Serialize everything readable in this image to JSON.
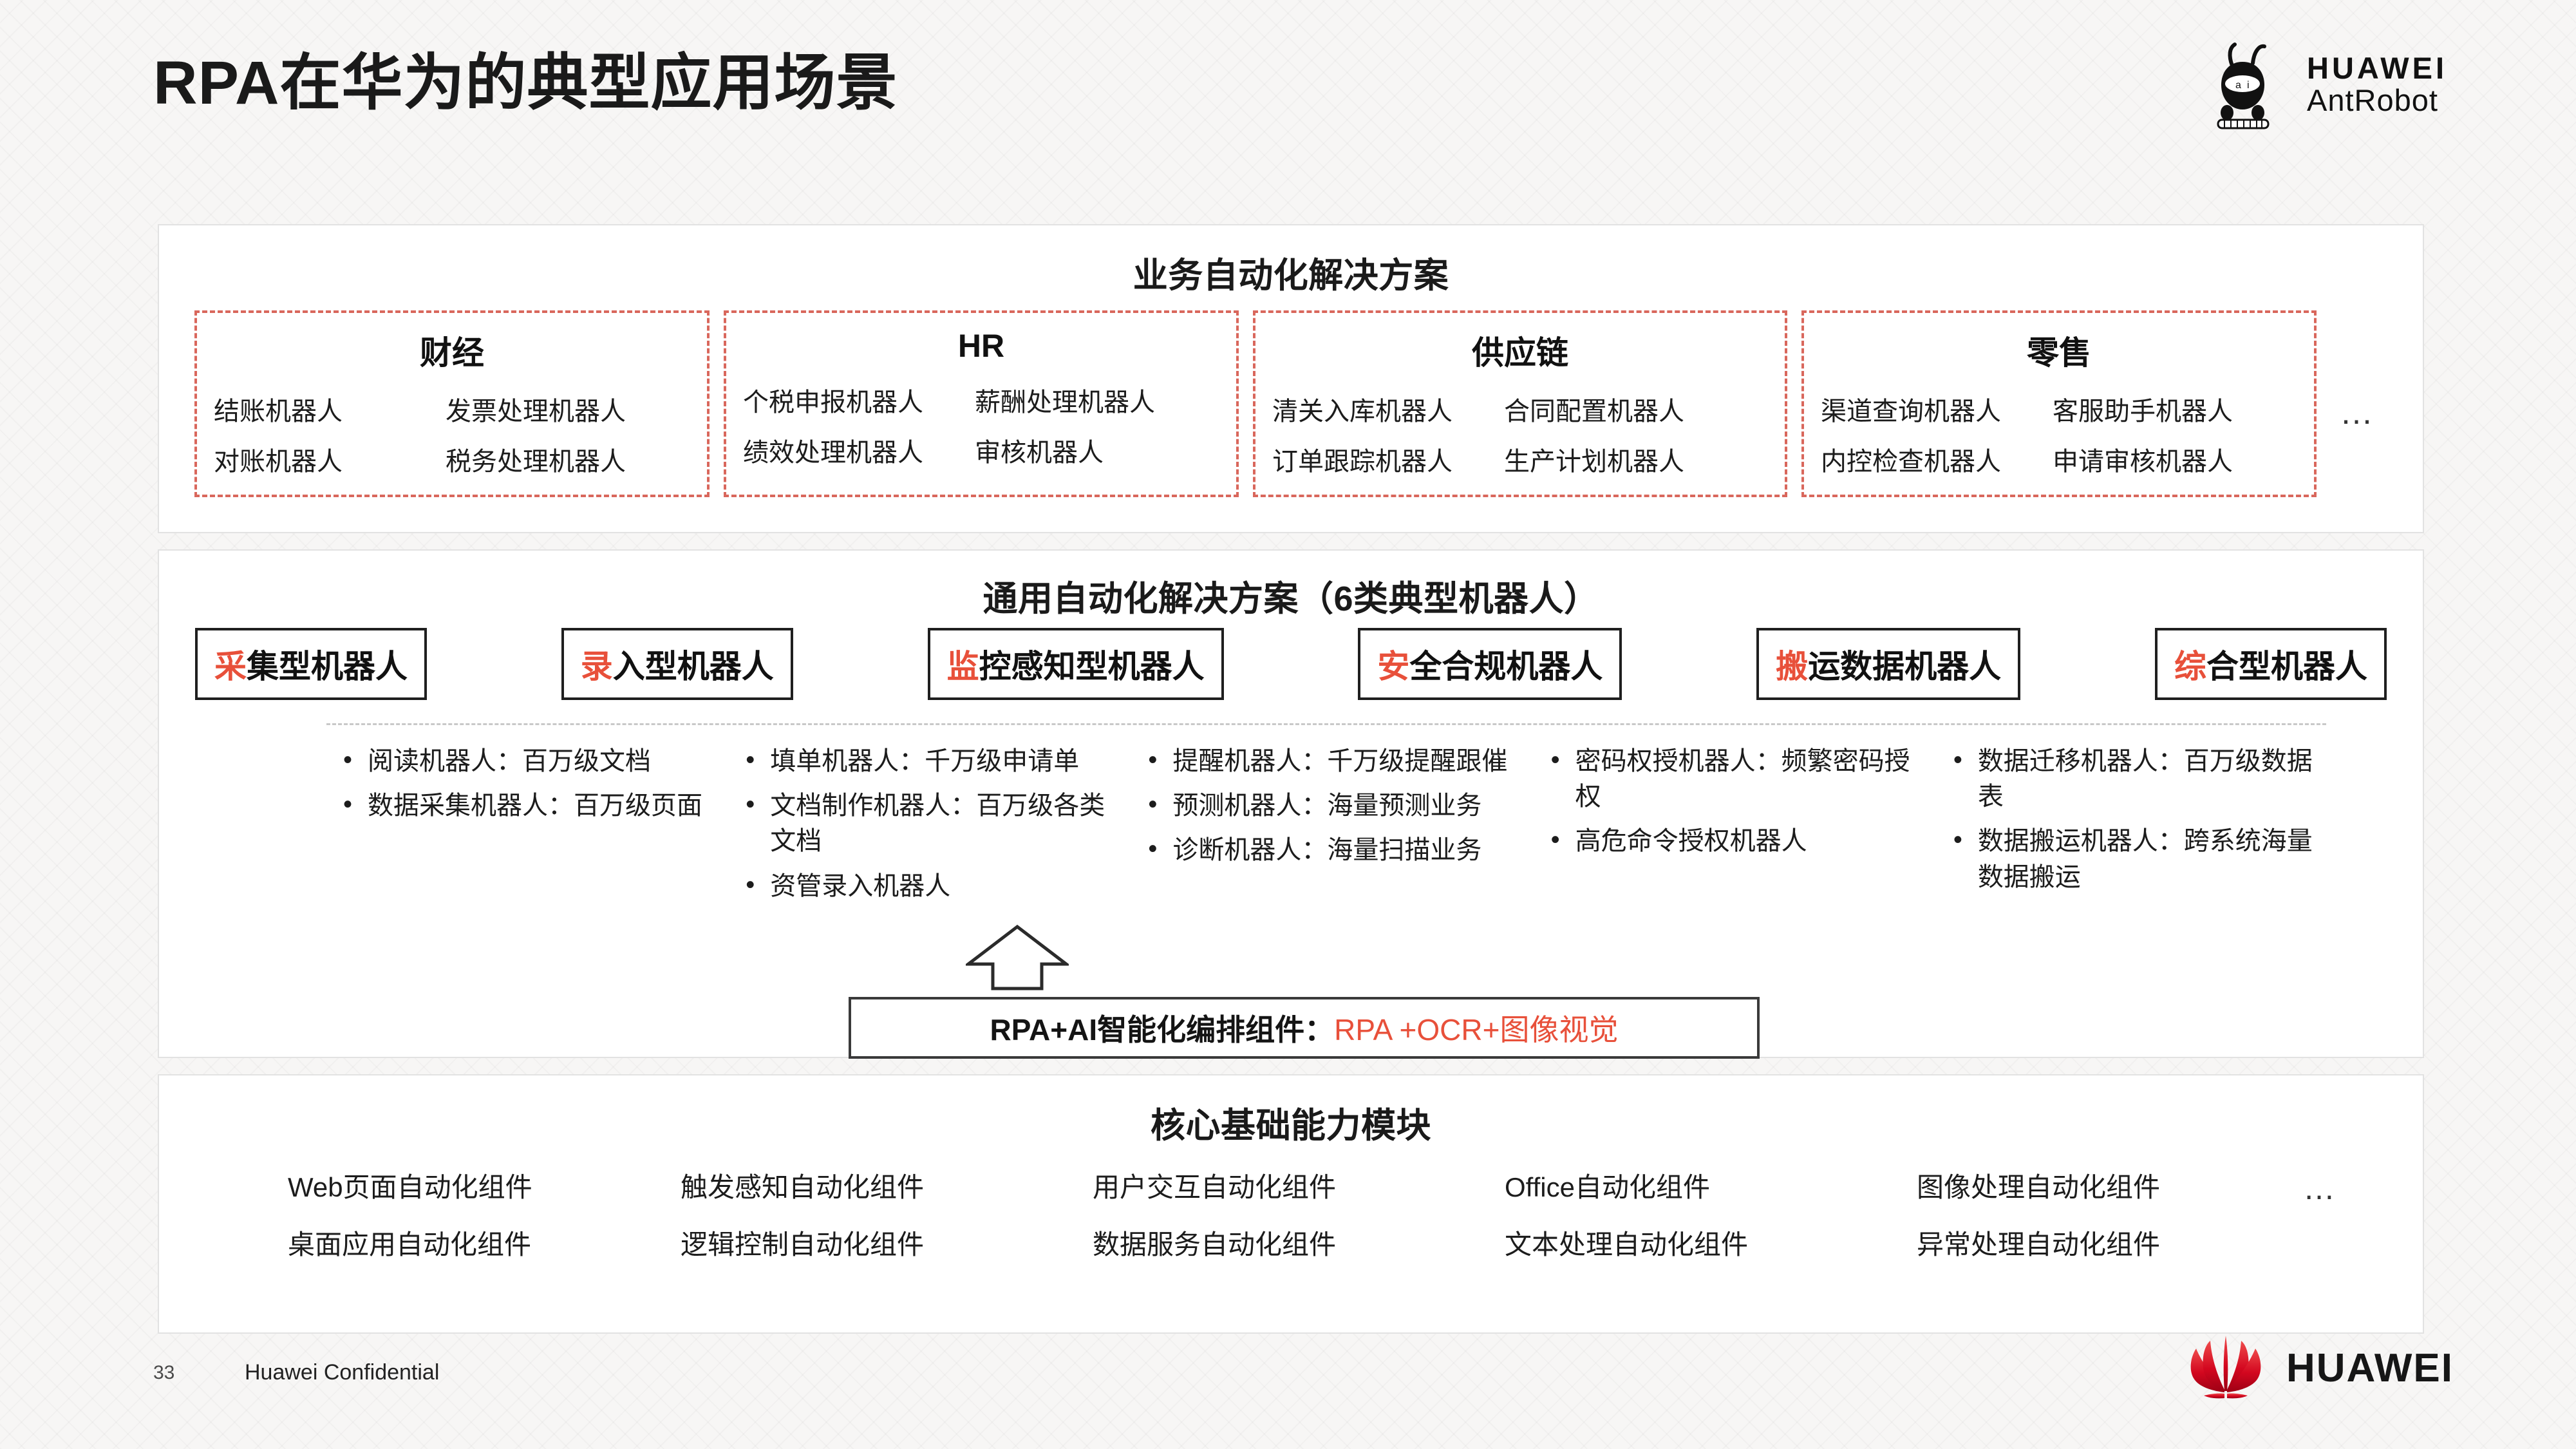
{
  "header": {
    "title": "RPA在华为的典型应用场景",
    "brand_primary": "HUAWEI",
    "brand_secondary": "AntRobot"
  },
  "colors": {
    "accent_red": "#e8503a",
    "dashed_border": "#d9675c",
    "panel_border": "#e2e2e2",
    "text": "#1c1c1c",
    "huawei_red": "#cf0a2c"
  },
  "business_section": {
    "title": "业务自动化解决方案",
    "more": "…",
    "domains": [
      {
        "name": "财经",
        "rows": [
          {
            "left": "结账机器人",
            "right": "发票处理机器人"
          },
          {
            "left": "对账机器人",
            "right": "税务处理机器人"
          }
        ]
      },
      {
        "name": "HR",
        "rows": [
          {
            "left": "个税申报机器人",
            "right": "薪酬处理机器人"
          },
          {
            "left": "绩效处理机器人",
            "right": "审核机器人"
          }
        ]
      },
      {
        "name": "供应链",
        "rows": [
          {
            "left": "清关入库机器人",
            "right": "合同配置机器人"
          },
          {
            "left": "订单跟踪机器人",
            "right": "生产计划机器人"
          }
        ]
      },
      {
        "name": "零售",
        "rows": [
          {
            "left": "渠道查询机器人",
            "right": "客服助手机器人"
          },
          {
            "left": "内控检查机器人",
            "right": "申请审核机器人"
          }
        ]
      }
    ]
  },
  "generic_section": {
    "title": "通用自动化解决方案（6类典型机器人）",
    "robot_types": [
      {
        "highlight": "采",
        "rest": "集型机器人"
      },
      {
        "highlight": "录",
        "rest": "入型机器人"
      },
      {
        "highlight": "监",
        "rest": "控感知型机器人"
      },
      {
        "highlight": "安",
        "rest": "全合规机器人"
      },
      {
        "highlight": "搬",
        "rest": "运数据机器人"
      },
      {
        "highlight": "综",
        "rest": "合型机器人"
      }
    ],
    "bullet_columns": [
      {
        "items": [
          "阅读机器人：百万级文档",
          "数据采集机器人：百万级页面"
        ]
      },
      {
        "items": [
          "填单机器人：千万级申请单",
          "文档制作机器人：百万级各类文档",
          "资管录入机器人"
        ]
      },
      {
        "items": [
          "提醒机器人：千万级提醒跟催",
          "预测机器人：海量预测业务",
          "诊断机器人：海量扫描业务"
        ]
      },
      {
        "items": [
          "密码权授机器人：频繁密码授权",
          "高危命令授权机器人"
        ]
      },
      {
        "items": [
          "数据迁移机器人：百万级数据表",
          "数据搬运机器人：跨系统海量数据搬运"
        ]
      }
    ],
    "orchestration": {
      "label": "RPA+AI智能化编排组件：",
      "value": "RPA +OCR+图像视觉"
    }
  },
  "core_section": {
    "title": "核心基础能力模块",
    "more": "…",
    "columns": [
      {
        "items": [
          "Web页面自动化组件",
          "桌面应用自动化组件"
        ]
      },
      {
        "items": [
          "触发感知自动化组件",
          "逻辑控制自动化组件"
        ]
      },
      {
        "items": [
          "用户交互自动化组件",
          "数据服务自动化组件"
        ]
      },
      {
        "items": [
          "Office自动化组件",
          "文本处理自动化组件"
        ]
      },
      {
        "items": [
          "图像处理自动化组件",
          "异常处理自动化组件"
        ]
      }
    ]
  },
  "footer": {
    "page_number": "33",
    "confidential": "Huawei Confidential",
    "brand": "HUAWEI"
  }
}
